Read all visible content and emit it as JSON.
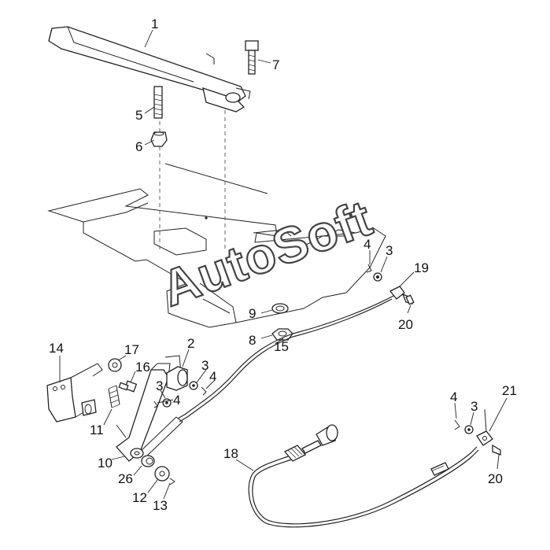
{
  "watermark": "AutoSoft",
  "callouts": {
    "c1": "1",
    "c7": "7",
    "c5": "5",
    "c6": "6",
    "c4a": "4",
    "c3a": "3",
    "c19": "19",
    "c9": "9",
    "c20a": "20",
    "c8": "8",
    "c15": "15",
    "c14": "14",
    "c17": "17",
    "c16": "16",
    "c2": "2",
    "c3b": "3",
    "c4b": "4",
    "c3c": "3",
    "c4c": "4",
    "c11": "11",
    "c10": "10",
    "c26": "26",
    "c12": "12",
    "c13": "13",
    "c4d": "4",
    "c3d": "3",
    "c21": "21",
    "c18": "18",
    "c20b": "20"
  },
  "colors": {
    "line": "#222222",
    "background": "#ffffff"
  }
}
